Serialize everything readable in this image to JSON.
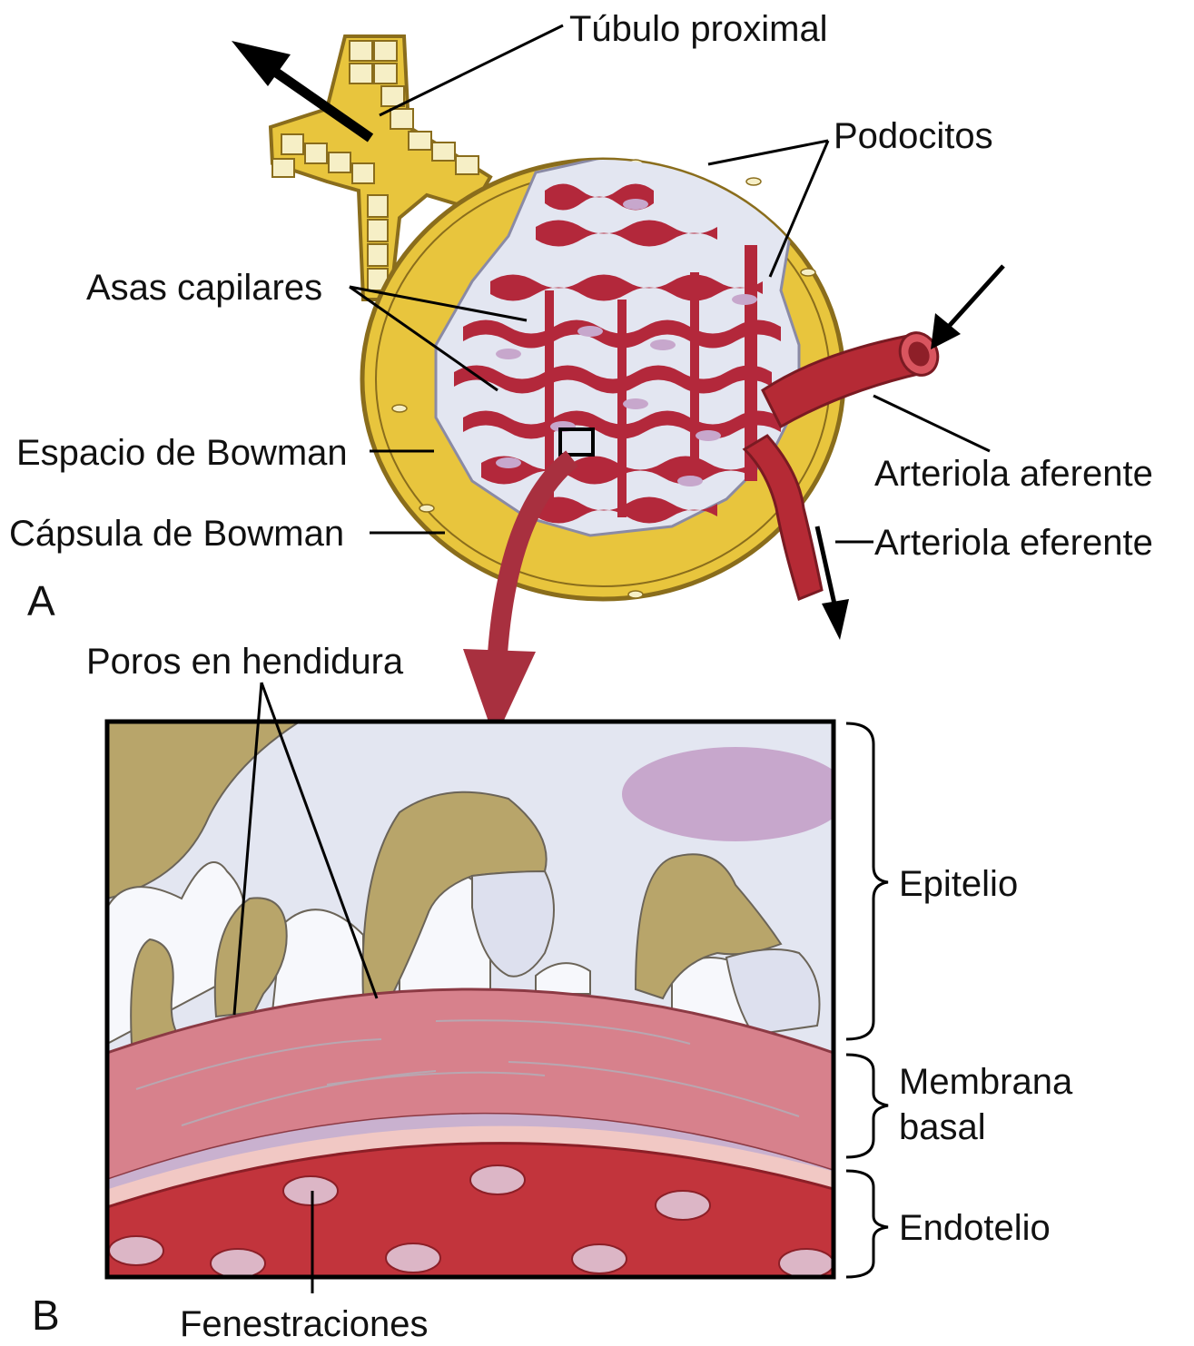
{
  "panel_a": {
    "letter": "A",
    "labels": {
      "proximal_tubule": "Túbulo proximal",
      "podocytes": "Podocitos",
      "capillary_loops": "Asas capilares",
      "bowman_space": "Espacio de Bowman",
      "bowman_capsule": "Cápsula de Bowman",
      "afferent_arteriole": "Arteriola aferente",
      "efferent_arteriole": "Arteriola eferente"
    }
  },
  "panel_b": {
    "letter": "B",
    "labels": {
      "slit_pores": "Poros en hendidura",
      "epithelium": "Epitelio",
      "basement_membrane_1": "Membrana",
      "basement_membrane_2": "basal",
      "endothelium": "Endotelio",
      "fenestrations": "Fenestraciones"
    }
  },
  "colors": {
    "bowman_space": "#e8c53d",
    "capsule_outline": "#8a6d1c",
    "capillary": "#b3283b",
    "podocyte_bg": "#e3e6f1",
    "nucleus": "#c7a7cc",
    "arteriole": "#b52a35",
    "zoom_arrow": "#a8303f",
    "basement_membrane": "#d7818c",
    "endothelium": "#c2343c",
    "foot_process": "#b8a56a"
  }
}
